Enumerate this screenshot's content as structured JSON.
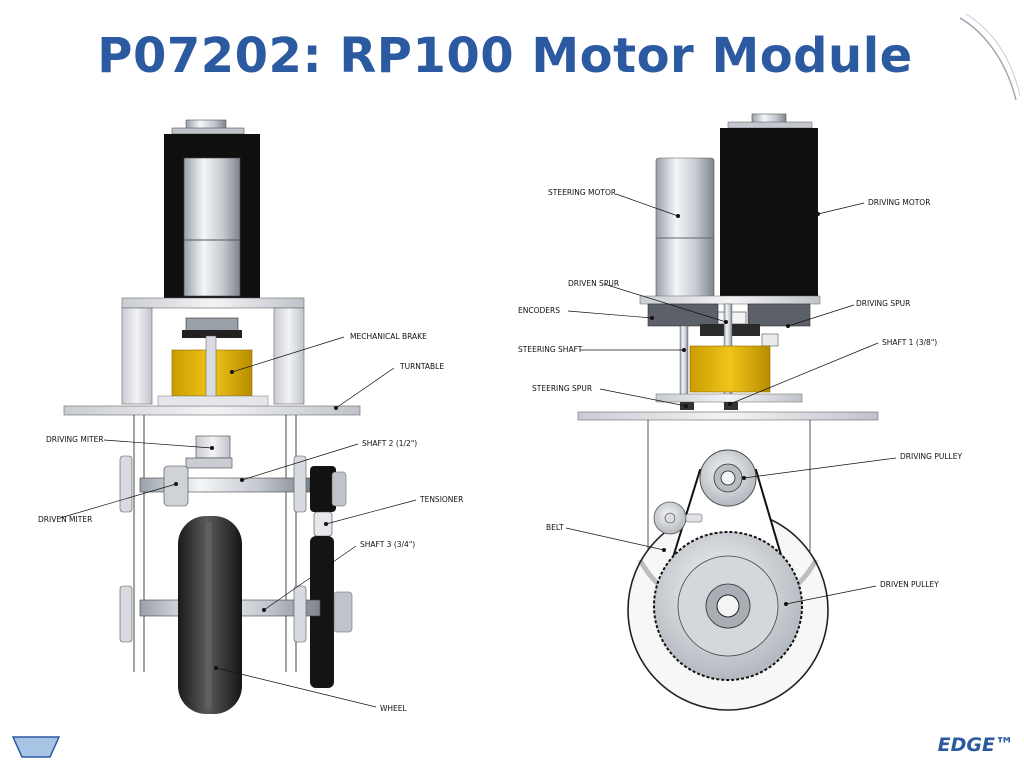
{
  "slide": {
    "title": "P07202: RP100 Motor Module",
    "brand": "EDGE™"
  },
  "left_view": {
    "labels": {
      "mechanical_brake": "MECHANICAL BRAKE",
      "turntable": "TURNTABLE",
      "driving_miter": "DRIVING MITER",
      "shaft2": "SHAFT 2 (1/2\")",
      "tensioner": "TENSIONER",
      "driven_miter": "DRIVEN MITER",
      "shaft3": "SHAFT 3 (3/4\")",
      "wheel": "WHEEL"
    }
  },
  "right_view": {
    "labels": {
      "steering_motor": "STEERING MOTOR",
      "driving_motor": "DRIVING MOTOR",
      "driven_spur": "DRIVEN SPUR",
      "encoders": "ENCODERS",
      "driving_spur": "DRIVING SPUR",
      "steering_shaft": "STEERING SHAFT",
      "shaft1": "SHAFT 1 (3/8\")",
      "steering_spur": "STEERING SPUR",
      "driving_pulley": "DRIVING PULLEY",
      "belt": "BELT",
      "driven_pulley": "DRIVEN PULLEY"
    }
  },
  "colors": {
    "title": "#2b5aa0",
    "brake_block": "#e6b800",
    "motor_dark": "#111111",
    "metal": "#c8ccd4"
  }
}
